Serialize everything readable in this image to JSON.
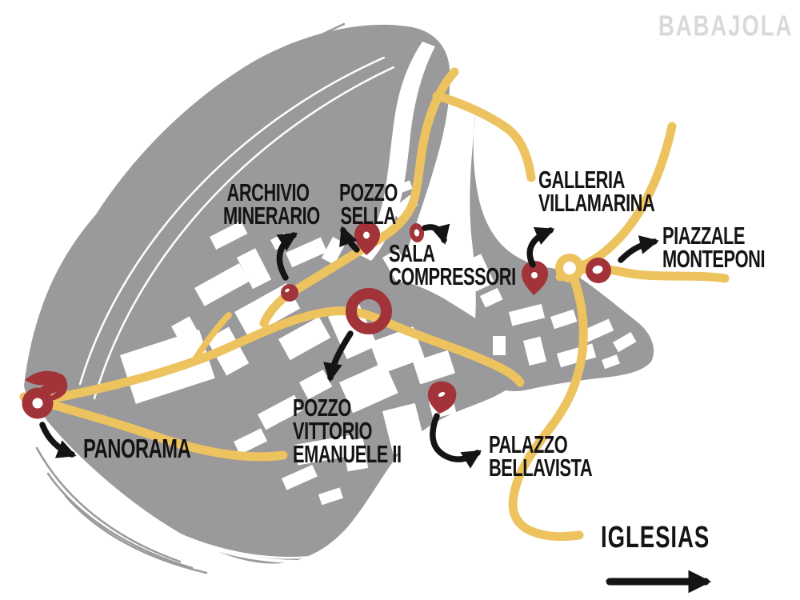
{
  "title": "Monteponi mining site hand-drawn tourist map",
  "watermark": {
    "text": "BABAJOLA"
  },
  "colors": {
    "terrain": "#9a999b",
    "road": "#ecc35e",
    "marker": "#a23338",
    "ink": "#141414",
    "watermark": "#d9d9d9",
    "building": "#ffffff"
  },
  "labels": {
    "archivio": {
      "lines": [
        "ARCHIVIO",
        "MINERARIO"
      ]
    },
    "pozzo_sella": {
      "lines": [
        "POZZO",
        "SELLA"
      ]
    },
    "sala_compressori": {
      "lines": [
        "SALA",
        "COMPRESSORI"
      ]
    },
    "galleria_villamarina": {
      "lines": [
        "GALLERIA",
        "VILLAMARINA"
      ]
    },
    "piazzale_monteponi": {
      "lines": [
        "PIAZZALE",
        "MONTEPONI"
      ]
    },
    "pozzo_vittorio": {
      "lines": [
        "POZZO",
        "VITTORIO",
        "EMANUELE II"
      ]
    },
    "palazzo_bellavista": {
      "lines": [
        "PALAZZO",
        "BELLAVISTA"
      ]
    },
    "panorama": {
      "lines": [
        "PANORAMA"
      ]
    },
    "iglesias": {
      "lines": [
        "IGLESIAS"
      ]
    }
  },
  "points_of_interest": [
    {
      "name": "Panorama",
      "marker_style": "ring"
    },
    {
      "name": "Archivio Minerario",
      "marker_style": "dot"
    },
    {
      "name": "Pozzo Sella",
      "marker_style": "pin"
    },
    {
      "name": "Sala Compressori",
      "marker_style": "small-ring"
    },
    {
      "name": "Pozzo Vittorio Emanuele II",
      "marker_style": "large-ring"
    },
    {
      "name": "Galleria Villamarina",
      "marker_style": "pin"
    },
    {
      "name": "Palazzo Bellavista",
      "marker_style": "blob-pin"
    },
    {
      "name": "Piazzale Monteponi",
      "marker_style": "donut"
    }
  ],
  "destination_arrow": {
    "label": "IGLESIAS",
    "direction": "right"
  }
}
